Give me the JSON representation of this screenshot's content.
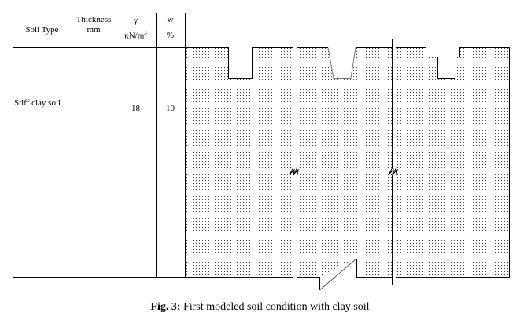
{
  "table": {
    "headers": [
      {
        "line1": "Soil Type",
        "line2": ""
      },
      {
        "line1": "Thickness",
        "line2": "mm"
      },
      {
        "line1": "γ",
        "line2": "κN/m",
        "sup": "3"
      },
      {
        "line1": "w",
        "line2": "%"
      }
    ],
    "row": {
      "soil_type": "Stiff clay soil",
      "thickness": "",
      "gamma": "18",
      "w": "10"
    }
  },
  "caption": {
    "label": "Fig. 3:",
    "text": " First modeled soil condition with clay soil"
  }
}
